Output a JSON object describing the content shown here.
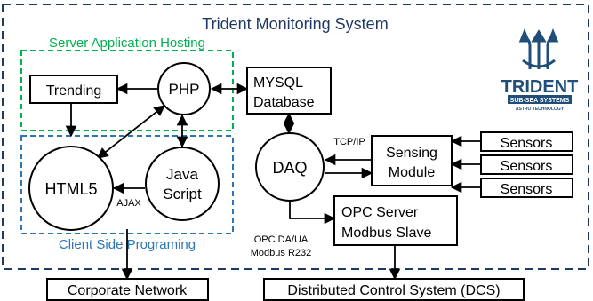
{
  "title": "Trident Monitoring System",
  "logo": {
    "name": "TRIDENT",
    "tagline": "SUB-SEA SYSTEMS",
    "subtag": "ASTRO TECHNOLOGY",
    "color": "#1f4e79"
  },
  "colors": {
    "outer_border": "#1f3864",
    "server_zone": "#00b050",
    "client_zone": "#2e75b6",
    "title_text": "#1f3864",
    "client_label": "#2e75b6",
    "server_label": "#00b050"
  },
  "zones": {
    "server": "Server Application Hosting",
    "client": "Client Side Programing"
  },
  "nodes": {
    "trending": "Trending",
    "php": "PHP",
    "html5": "HTML5",
    "javascript_line1": "Java",
    "javascript_line2": "Script",
    "mysql_line1": "MYSQL",
    "mysql_line2": "Database",
    "daq": "DAQ",
    "sensing_line1": "Sensing",
    "sensing_line2": "Module",
    "sensor1": "Sensors",
    "sensor2": "Sensors",
    "sensor3": "Sensors",
    "opc_line1": "OPC Server",
    "opc_line2": "Modbus Slave",
    "corporate": "Corporate Network",
    "dcs": "Distributed Control System (DCS)"
  },
  "edge_labels": {
    "ajax": "AJAX",
    "tcpip": "TCP/IP",
    "opc_line1": "OPC DA/UA",
    "opc_line2": "Modbus R232"
  }
}
